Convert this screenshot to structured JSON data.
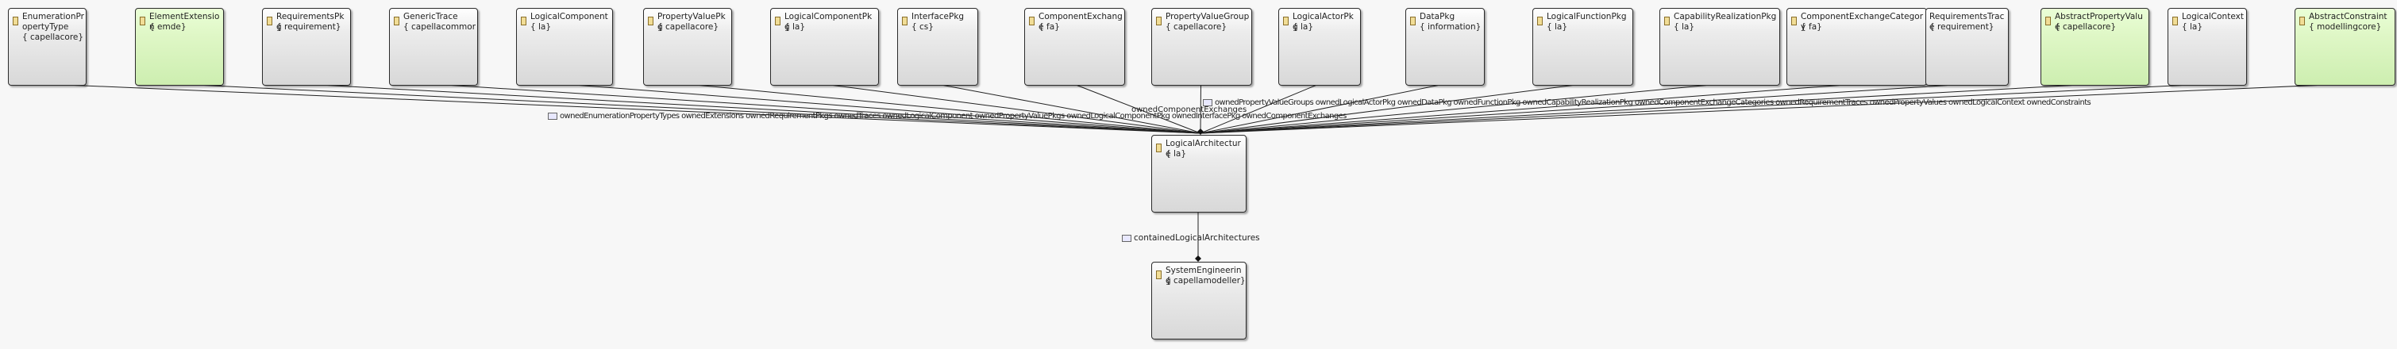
{
  "diagram": {
    "nodes": [
      {
        "id": "enumeration_property_type",
        "name": "EnumerationPropertyType",
        "pkg": "{ capellacore}",
        "green": false
      },
      {
        "id": "element_extension",
        "name": "ElementExtension",
        "pkg": "{ emde}",
        "green": true
      },
      {
        "id": "requirements_pkg",
        "name": "RequirementsPkg",
        "pkg": "{ requirement}",
        "green": false
      },
      {
        "id": "generic_trace",
        "name": "GenericTrace",
        "pkg": "{ capellacommon}",
        "green": false
      },
      {
        "id": "logical_component",
        "name": "LogicalComponent",
        "pkg": "{ la}",
        "green": false
      },
      {
        "id": "property_value_pkg",
        "name": "PropertyValuePkg",
        "pkg": "{ capellacore}",
        "green": false
      },
      {
        "id": "logical_component_pkg",
        "name": "LogicalComponentPkg",
        "pkg": "{ la}",
        "green": false
      },
      {
        "id": "interface_pkg",
        "name": "InterfacePkg",
        "pkg": "{ cs}",
        "green": false
      },
      {
        "id": "component_exchange",
        "name": "ComponentExchange",
        "pkg": "{ fa}",
        "green": false
      },
      {
        "id": "property_value_group",
        "name": "PropertyValueGroup",
        "pkg": "{ capellacore}",
        "green": false
      },
      {
        "id": "logical_actor_pkg",
        "name": "LogicalActorPkg",
        "pkg": "{ la}",
        "green": false
      },
      {
        "id": "data_pkg",
        "name": "DataPkg",
        "pkg": "{ information}",
        "green": false
      },
      {
        "id": "logical_function_pkg",
        "name": "LogicalFunctionPkg",
        "pkg": "{ la}",
        "green": false
      },
      {
        "id": "capability_realization_pkg",
        "name": "CapabilityRealizationPkg",
        "pkg": "{ la}",
        "green": false
      },
      {
        "id": "component_exchange_category",
        "name": "ComponentExchangeCategory",
        "pkg": "{ fa}",
        "green": false
      },
      {
        "id": "requirements_trace",
        "name": "RequirementsTrace",
        "pkg": "{ requirement}",
        "green": false
      },
      {
        "id": "abstract_property_value",
        "name": "AbstractPropertyValue",
        "pkg": "{ capellacore}",
        "green": true
      },
      {
        "id": "logical_context",
        "name": "LogicalContext",
        "pkg": "{ la}",
        "green": false
      },
      {
        "id": "abstract_constraint",
        "name": "AbstractConstraint",
        "pkg": "{ modellingcore}",
        "green": true
      },
      {
        "id": "logical_architecture",
        "name": "LogicalArchitecture",
        "pkg": "{ la}",
        "green": false
      },
      {
        "id": "system_engineering",
        "name": "SystemEngineering",
        "pkg": "{ capellamodeller}",
        "green": false
      }
    ],
    "edge_labels": {
      "top_left": "ownedEnumerationPropertyTypes  ownedExtensions  ownedRequirementPkgs  ownedTraces  ownedLogicalComponent  ownedPropertyValuePkgs  ownedLogicalComponentPkg  ownedInterfacePkg  ownedComponentExchanges",
      "top_mid": "ownedComponentExchanges",
      "top_right": "ownedPropertyValueGroups  ownedLogicalActorPkg  ownedDataPkg  ownedFunctionPkg  ownedCapabilityRealizationPkg  ownedComponentExchangeCategories  ownedRequirementTraces  ownedPropertyValues  ownedLogicalContext  ownedConstraints",
      "bottom": "containedLogicalArchitectures"
    }
  }
}
